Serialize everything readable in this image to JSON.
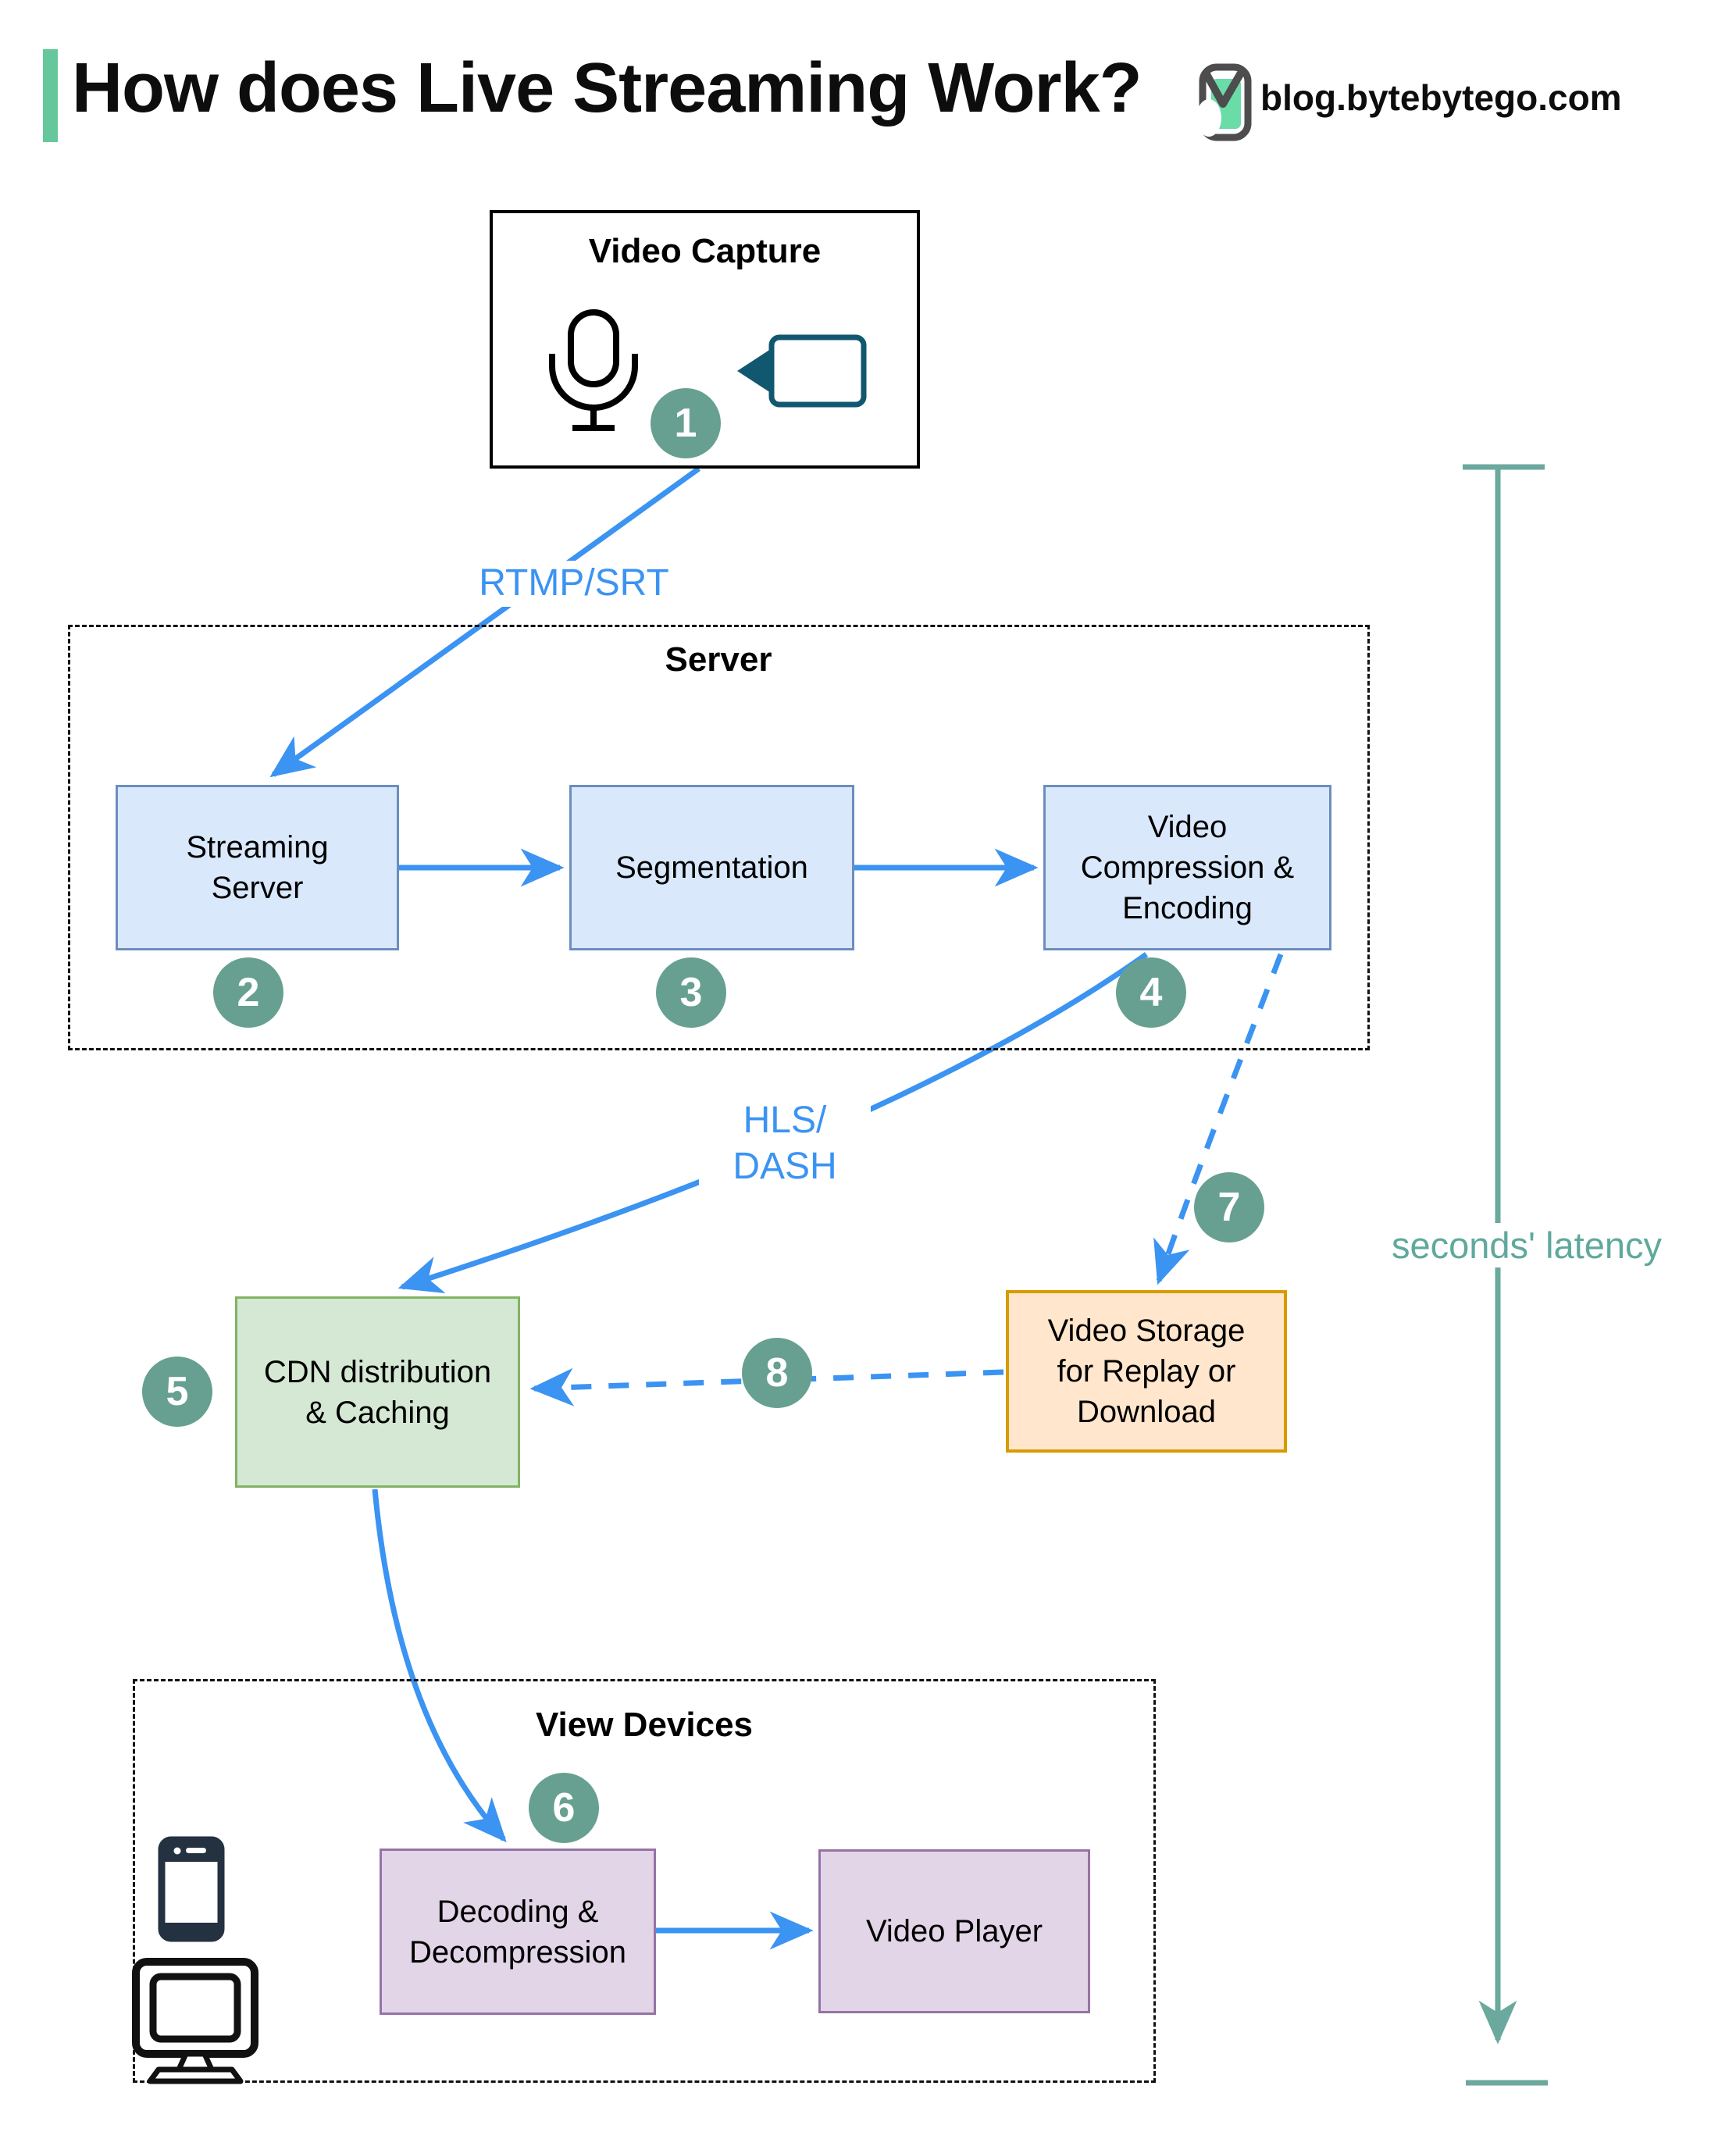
{
  "header": {
    "title": "How does Live Streaming Work?",
    "site": "blog.bytebytego.com"
  },
  "groups": {
    "server": {
      "label": "Server"
    },
    "view_devices": {
      "label": "View Devices"
    }
  },
  "nodes": {
    "video_capture": {
      "label": "Video Capture"
    },
    "streaming_server": {
      "label": "Streaming\nServer"
    },
    "segmentation": {
      "label": "Segmentation"
    },
    "video_compression": {
      "label": "Video\nCompression &\nEncoding"
    },
    "cdn": {
      "label": "CDN distribution\n& Caching"
    },
    "video_storage": {
      "label": "Video Storage\nfor Replay or\nDownload"
    },
    "decoding": {
      "label": "Decoding &\nDecompression"
    },
    "video_player": {
      "label": "Video Player"
    }
  },
  "edge_labels": {
    "rtmp": "RTMP/SRT",
    "hls": "HLS/\nDASH",
    "latency": "seconds' latency"
  },
  "steps": {
    "s1": "1",
    "s2": "2",
    "s3": "3",
    "s4": "4",
    "s5": "5",
    "s6": "6",
    "s7": "7",
    "s8": "8"
  },
  "colors": {
    "accent_green": "#66c79d",
    "arrow_blue": "#3b93f2",
    "step_circle_teal": "#67a091",
    "latency_teal": "#6ba89d",
    "box_blue_fill": "#dae8fc",
    "box_blue_border": "#6c8ebf",
    "box_green_fill": "#d5e8d4",
    "box_green_border": "#82b366",
    "box_orange_fill": "#ffe6cc",
    "box_orange_border": "#d79b00",
    "box_purple_fill": "#e1d5e7",
    "box_purple_border": "#9673a6",
    "camera_icon_teal": "#11576f",
    "logo_mint": "#6adca8"
  }
}
